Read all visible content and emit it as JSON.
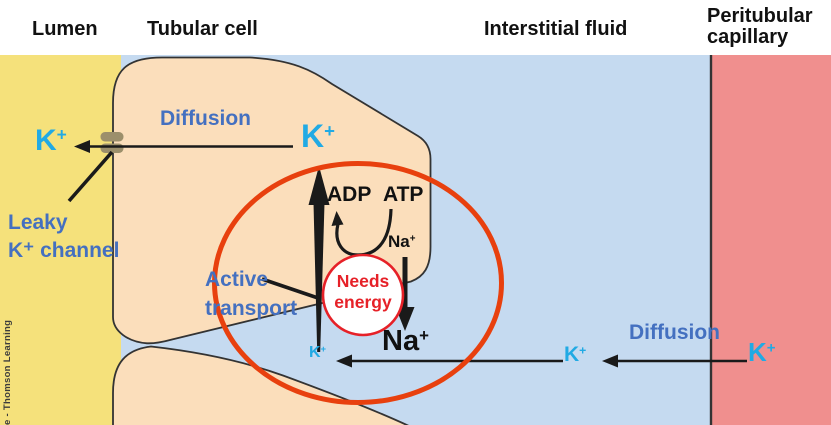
{
  "header": {
    "lumen": "Lumen",
    "tubular_cell": "Tubular cell",
    "interstitial_fluid": "Interstitial fluid",
    "peritubular_line1": "Peritubular",
    "peritubular_line2": "capillary"
  },
  "labels": {
    "diffusion_top": "Diffusion",
    "diffusion_right": "Diffusion",
    "leaky_channel_line1": "Leaky",
    "leaky_channel_line2": "K⁺ channel",
    "active_transport_line1": "Active",
    "active_transport_line2": "transport",
    "adp": "ADP",
    "atp": "ATP",
    "needs_energy_line1": "Needs",
    "needs_energy_line2": "energy"
  },
  "ions": {
    "k_lumen": {
      "base": "K",
      "sup": "+"
    },
    "k_cell": {
      "base": "K",
      "sup": "+"
    },
    "k_pump": {
      "base": "K",
      "sup": "+"
    },
    "k_interstitial": {
      "base": "K",
      "sup": "+"
    },
    "k_capillary": {
      "base": "K",
      "sup": "+"
    },
    "na_atp": {
      "base": "Na",
      "sup": "+"
    },
    "na_pumped": {
      "base": "Na",
      "sup": "+"
    }
  },
  "watermark": "e - Thomson Learning",
  "colors": {
    "lumen_fill": "#F5E17B",
    "cell_fill": "#FBDEBB",
    "interstitial_fill": "#C5DAF0",
    "capillary_fill": "#F08F8E",
    "membrane_stroke": "#333333",
    "label_blue": "#4470C0",
    "ion_cyan": "#21AAE4",
    "energy_red": "#E62128",
    "highlight_ellipse_red": "#E8400E",
    "channel_fill": "#9C8F6B",
    "arrow_black": "#1a1a1a"
  }
}
